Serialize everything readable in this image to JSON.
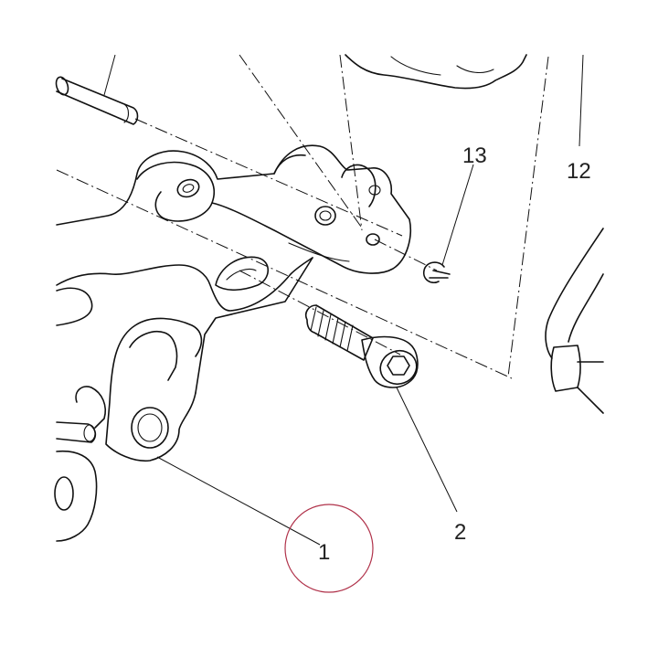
{
  "labels": {
    "part_1": "1",
    "part_2": "2",
    "part_12": "12",
    "part_13": "13"
  },
  "colors": {
    "line": "#111111",
    "highlight": "#b0324a",
    "background": "#ffffff"
  }
}
